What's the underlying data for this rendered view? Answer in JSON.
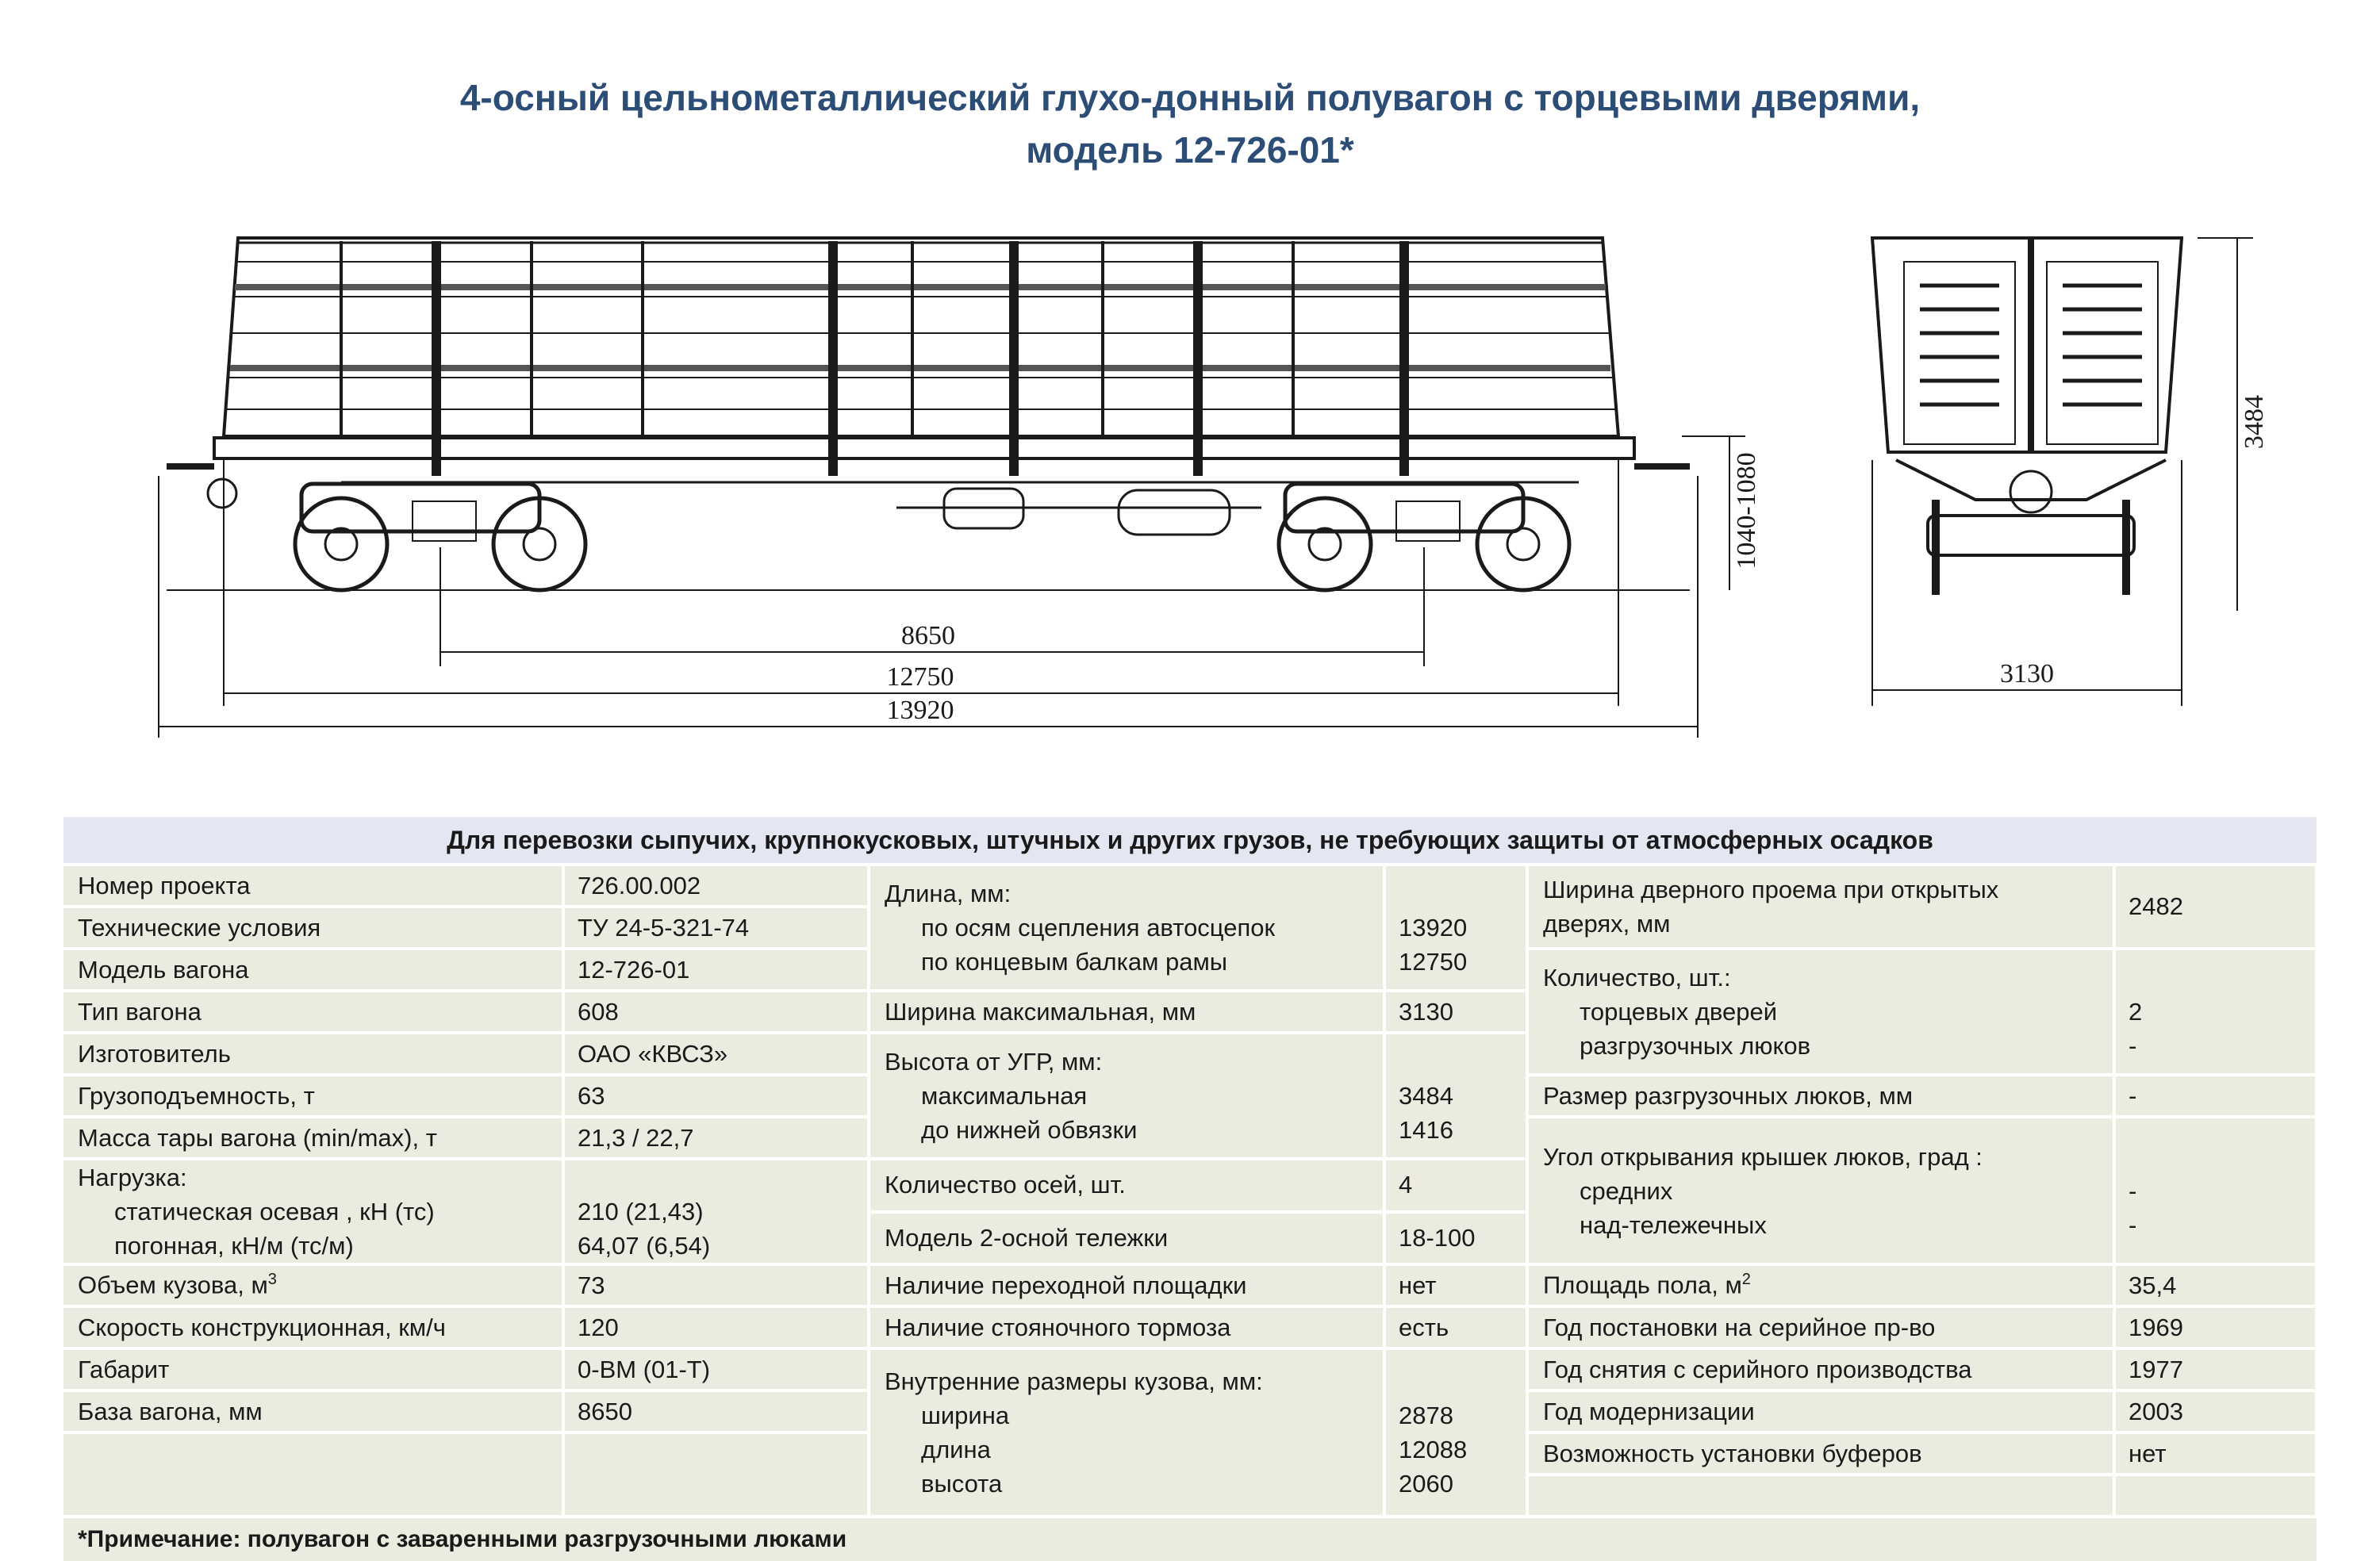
{
  "title": {
    "line1": "4-осный цельнометаллический глухо-донный полувагон с торцевыми дверями,",
    "line2": "модель 12-726-01*"
  },
  "drawing": {
    "dim_base": "8650",
    "dim_frame": "12750",
    "dim_coupling": "13920",
    "dim_floor": "1040-1080",
    "dim_width": "3130",
    "dim_height": "3484"
  },
  "table": {
    "header": "Для перевозки сыпучих, крупнокусковых, штучных и других грузов, не требующих защиты от атмосферных осадков",
    "left": {
      "project_no": {
        "label": "Номер проекта",
        "value": "726.00.002"
      },
      "tech_cond": {
        "label": "Технические условия",
        "value": "ТУ 24-5-321-74"
      },
      "model": {
        "label": "Модель вагона",
        "value": "12-726-01"
      },
      "type": {
        "label": "Тип вагона",
        "value": "608"
      },
      "maker": {
        "label": "Изготовитель",
        "value": "ОАО «КВСЗ»"
      },
      "capacity": {
        "label": "Грузоподъемность, т",
        "value": "63"
      },
      "tare": {
        "label": "Масса тары вагона (min/max), т",
        "value": "21,3 / 22,7"
      },
      "load": {
        "label": "Нагрузка:",
        "static_label": "статическая осевая , кН (тс)",
        "static_value": "210 (21,43)",
        "linear_label": "погонная, кН/м (тс/м)",
        "linear_value": "64,07 (6,54)"
      },
      "volume": {
        "label": "Объем кузова, м",
        "sup": "3",
        "value": "73"
      },
      "speed": {
        "label": "Скорость конструкционная, км/ч",
        "value": "120"
      },
      "gauge": {
        "label": "Габарит",
        "value": "0-ВМ (01-Т)"
      },
      "base": {
        "label": "База вагона, мм",
        "value": "8650"
      }
    },
    "middle": {
      "length": {
        "label": "Длина, мм:",
        "coupling_label": "по осям сцепления автосцепок",
        "coupling_value": "13920",
        "beam_label": "по концевым балкам рамы",
        "beam_value": "12750"
      },
      "width": {
        "label": "Ширина максимальная, мм",
        "value": "3130"
      },
      "height": {
        "label": "Высота от УГР, мм:",
        "max_label": "максимальная",
        "max_value": "3484",
        "bottom_label": "до нижней обвязки",
        "bottom_value": "1416"
      },
      "axles": {
        "label": "Количество осей, шт.",
        "value": "4"
      },
      "bogie": {
        "label": "Модель 2-осной тележки",
        "value": "18-100"
      },
      "platform": {
        "label": "Наличие переходной площадки",
        "value": "нет"
      },
      "parking_brake": {
        "label": "Наличие стояночного тормоза",
        "value": "есть"
      },
      "inner": {
        "label": "Внутренние размеры кузова, мм:",
        "width_label": "ширина",
        "width_value": "2878",
        "length_label": "длина",
        "length_value": "12088",
        "height_label": "высота",
        "height_value": "2060"
      }
    },
    "right": {
      "door_width": {
        "label_line1": "Ширина дверного проема при открытых",
        "label_line2": "дверях, мм",
        "value": "2482"
      },
      "count": {
        "label": "Количество, шт.:",
        "end_doors_label": "торцевых дверей",
        "end_doors_value": "2",
        "hatches_label": "разгрузочных люков",
        "hatches_value": "-"
      },
      "hatch_size": {
        "label": "Размер разгрузочных люков, мм",
        "value": "-"
      },
      "hatch_angle": {
        "label": "Угол открывания крышек люков, град :",
        "middle_label": "средних",
        "middle_value": "-",
        "over_bogie_label": "над-тележечных",
        "over_bogie_value": "-"
      },
      "floor_area": {
        "label": "Площадь пола, м",
        "sup": "2",
        "value": "35,4"
      },
      "serial_start": {
        "label": "Год постановки на серийное пр-во",
        "value": "1969"
      },
      "serial_end": {
        "label": "Год снятия с серийного производства",
        "value": "1977"
      },
      "modernization": {
        "label": "Год модернизации",
        "value": "2003"
      },
      "buffers": {
        "label": "Возможность установки буферов",
        "value": "нет"
      }
    },
    "note": "*Примечание: полувагон с заваренными разгрузочными люками"
  }
}
